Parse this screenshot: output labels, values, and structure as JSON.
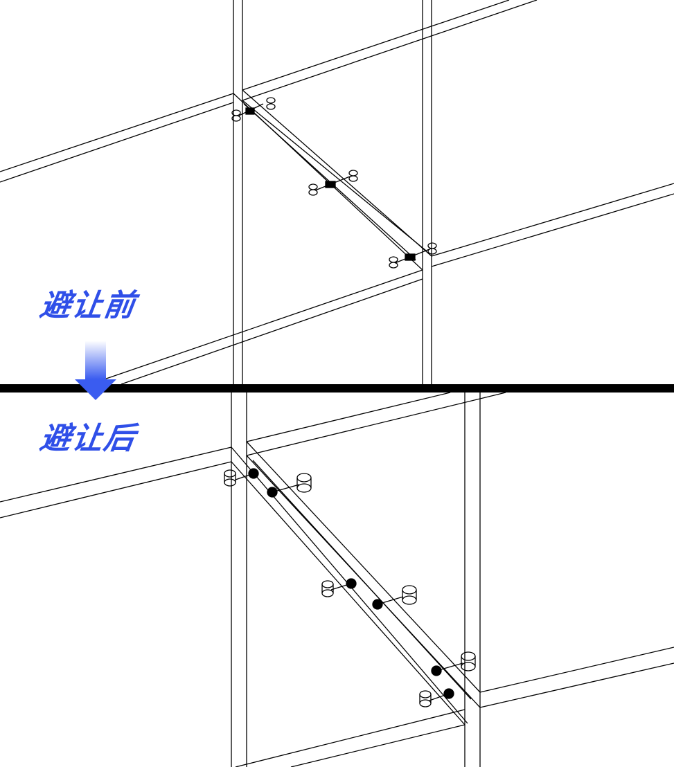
{
  "labels": {
    "before": "避让前",
    "after": "避让后"
  },
  "colors": {
    "label_blue": "#2f4fe8",
    "arrow_blue": "#3a5cf0",
    "arrow_shaft_top": "#ffffff",
    "divider": "#000000",
    "line": "#000000",
    "background": "#ffffff"
  },
  "panels": [
    {
      "name": "before",
      "caption": "避让前",
      "connector_count": 3
    },
    {
      "name": "after",
      "caption": "避让后",
      "connector_count": 6
    }
  ],
  "icons": {
    "arrow": "arrow-down-icon",
    "connector": "cam-lock-connector-icon"
  }
}
